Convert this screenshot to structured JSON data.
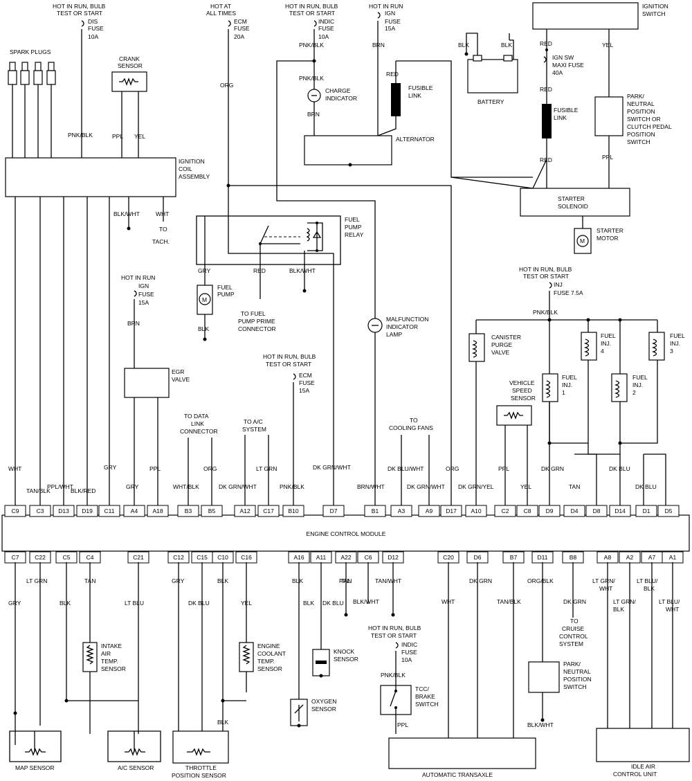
{
  "ecm": {
    "label": "ENGINE CONTROL MODULE",
    "top_pins": [
      "C9",
      "C3",
      "D13",
      "D19",
      "C11",
      "A4",
      "A18",
      "B3",
      "B5",
      "A12",
      "C17",
      "B10",
      "D7",
      "B1",
      "A3",
      "A9",
      "D17",
      "A10",
      "C2",
      "C8",
      "D9",
      "D4",
      "D8",
      "D14",
      "D1",
      "D5"
    ],
    "bottom_pins": [
      "C7",
      "C22",
      "C5",
      "C4",
      "C21",
      "C12",
      "C15",
      "C10",
      "C16",
      "A16",
      "A11",
      "A22",
      "C6",
      "D12",
      "C20",
      "D6",
      "B7",
      "D11",
      "B8",
      "A8",
      "A2",
      "A7",
      "A1"
    ]
  },
  "components": {
    "spark_plugs": "SPARK PLUGS",
    "crank_sensor": [
      "CRANK",
      "SENSOR"
    ],
    "ignition_coil": [
      "IGNITION",
      "COIL",
      "ASSEMBLY"
    ],
    "to_tach": [
      "TO",
      "TACH."
    ],
    "fuel_pump_relay": [
      "FUEL",
      "PUMP",
      "RELAY"
    ],
    "fuel_pump": [
      "FUEL",
      "PUMP"
    ],
    "fuel_pump_prime": [
      "TO FUEL",
      "PUMP PRIME",
      "CONNECTOR"
    ],
    "egr_valve": [
      "EGR",
      "VALVE"
    ],
    "charge_indicator": [
      "CHARGE",
      "INDICATOR"
    ],
    "alternator": "ALTERNATOR",
    "fusible_link_1": [
      "FUSIBLE",
      "LINK"
    ],
    "battery": "BATTERY",
    "ignition_switch": [
      "IGNITION",
      "SWITCH"
    ],
    "ign_sw_maxi": [
      "IGN SW",
      "MAXI FUSE",
      "40A"
    ],
    "fusible_link_2": [
      "FUSIBLE",
      "LINK"
    ],
    "park_neutral_top": [
      "PARK/",
      "NEUTRAL",
      "POSITION",
      "SWITCH OR",
      "CLUTCH PEDAL",
      "POSITION",
      "SWITCH"
    ],
    "starter_solenoid": [
      "STARTER",
      "SOLENOID"
    ],
    "starter_motor": [
      "STARTER",
      "MOTOR"
    ],
    "mil": [
      "MALFUNCTION",
      "INDICATOR",
      "LAMP"
    ],
    "canister_purge": [
      "CANISTER",
      "PURGE",
      "VALVE"
    ],
    "inj4": [
      "FUEL",
      "INJ.",
      "4"
    ],
    "inj3": [
      "FUEL",
      "INJ.",
      "3"
    ],
    "inj1": [
      "FUEL",
      "INJ.",
      "1"
    ],
    "inj2": [
      "FUEL",
      "INJ.",
      "2"
    ],
    "vss": [
      "VEHICLE",
      "SPEED",
      "SENSOR"
    ],
    "to_data_link": [
      "TO DATA",
      "LINK",
      "CONNECTOR"
    ],
    "to_ac": [
      "TO A/C",
      "SYSTEM"
    ],
    "to_fans": [
      "TO",
      "COOLING FANS"
    ],
    "iat": [
      "INTAKE",
      "AIR",
      "TEMP.",
      "SENSOR"
    ],
    "ect": [
      "ENGINE",
      "COOLANT",
      "TEMP.",
      "SENSOR"
    ],
    "knock": [
      "KNOCK",
      "SENSOR"
    ],
    "oxygen": [
      "OXYGEN",
      "SENSOR"
    ],
    "tcc": [
      "TCC/",
      "BRAKE",
      "SWITCH"
    ],
    "to_cruise": [
      "TO",
      "CRUISE",
      "CONTROL",
      "SYSTEM"
    ],
    "park_neutral_bottom": [
      "PARK/",
      "NEUTRAL",
      "POSITION",
      "SWITCH"
    ],
    "map_sensor": "MAP SENSOR",
    "ac_sensor": "A/C SENSOR",
    "tps": [
      "THROTTLE",
      "POSITION SENSOR"
    ],
    "trans": "AUTOMATIC TRANSAXLE",
    "iac": [
      "IDLE AIR",
      "CONTROL UNIT"
    ]
  },
  "fuses": {
    "dis": [
      "HOT IN RUN, BULB",
      "TEST OR START",
      "DIS",
      "FUSE",
      "10A"
    ],
    "ecm_top": [
      "HOT AT",
      "ALL TIMES",
      "ECM",
      "FUSE",
      "20A"
    ],
    "indic_top": [
      "HOT IN RUN, BULB",
      "TEST OR START",
      "INDIC",
      "FUSE",
      "10A"
    ],
    "ign_top": [
      "HOT IN RUN",
      "IGN",
      "FUSE",
      "15A"
    ],
    "ign_mid": [
      "HOT IN RUN",
      "IGN",
      "FUSE",
      "15A"
    ],
    "ecm_mid": [
      "HOT IN RUN, BULB",
      "TEST OR START",
      "ECM",
      "FUSE",
      "15A"
    ],
    "inj": [
      "HOT IN RUN, BULB",
      "TEST OR START",
      "INJ",
      "FUSE 7.5A"
    ],
    "indic_bottom": [
      "HOT IN RUN, BULB",
      "TEST OR START",
      "INDIC",
      "FUSE",
      "10A"
    ]
  },
  "wires": {
    "top": [
      "WHT",
      "TAN/BLK",
      "PPL/WHT",
      "BLK/RED",
      "GRY",
      "GRY",
      "PPL",
      "WHT/BLK",
      "ORG",
      "DK GRN/WHT",
      "LT GRN",
      "PNK/BLK",
      "DK GRN/WHT",
      "BRN/WHT",
      "DK BLU/WHT",
      "DK GRN/WHT",
      "ORG",
      "DK GRN/YEL",
      "PPL",
      "YEL",
      "DK GRN",
      "TAN",
      "DK BLU",
      "DK BLU"
    ],
    "upper": [
      "PNK/BLK",
      "PPL",
      "YEL",
      "BLK/WHT",
      "WHT",
      "ORG",
      "GRY",
      "RED",
      "BLK/WHT",
      "BLK",
      "BRN",
      "PNK/BLK",
      "PNK/BLK",
      "BRN",
      "BRN",
      "RED",
      "BLK",
      "BLK",
      "RED",
      "RED",
      "RED",
      "YEL",
      "PPL",
      "PNK/BLK"
    ],
    "bottom": [
      "GRY",
      "LT GRN",
      "BLK",
      "TAN",
      "LT BLU",
      "GRY",
      "DK BLU",
      "BLK",
      "YEL",
      "BLK",
      "BLK",
      "PPL",
      "DK BLU",
      "TAN",
      "BLK/WHT",
      "TAN/WHT",
      "WHT",
      "DK GRN",
      "TAN/BLK",
      "ORG/BLK",
      "DK GRN",
      "LT GRN/",
      "WHT",
      "LT GRN/",
      "BLK",
      "LT BLU/",
      "BLK",
      "LT BLU/",
      "WHT",
      "PNK/BLK",
      "PPL",
      "BLK/WHT",
      "BLK"
    ]
  }
}
